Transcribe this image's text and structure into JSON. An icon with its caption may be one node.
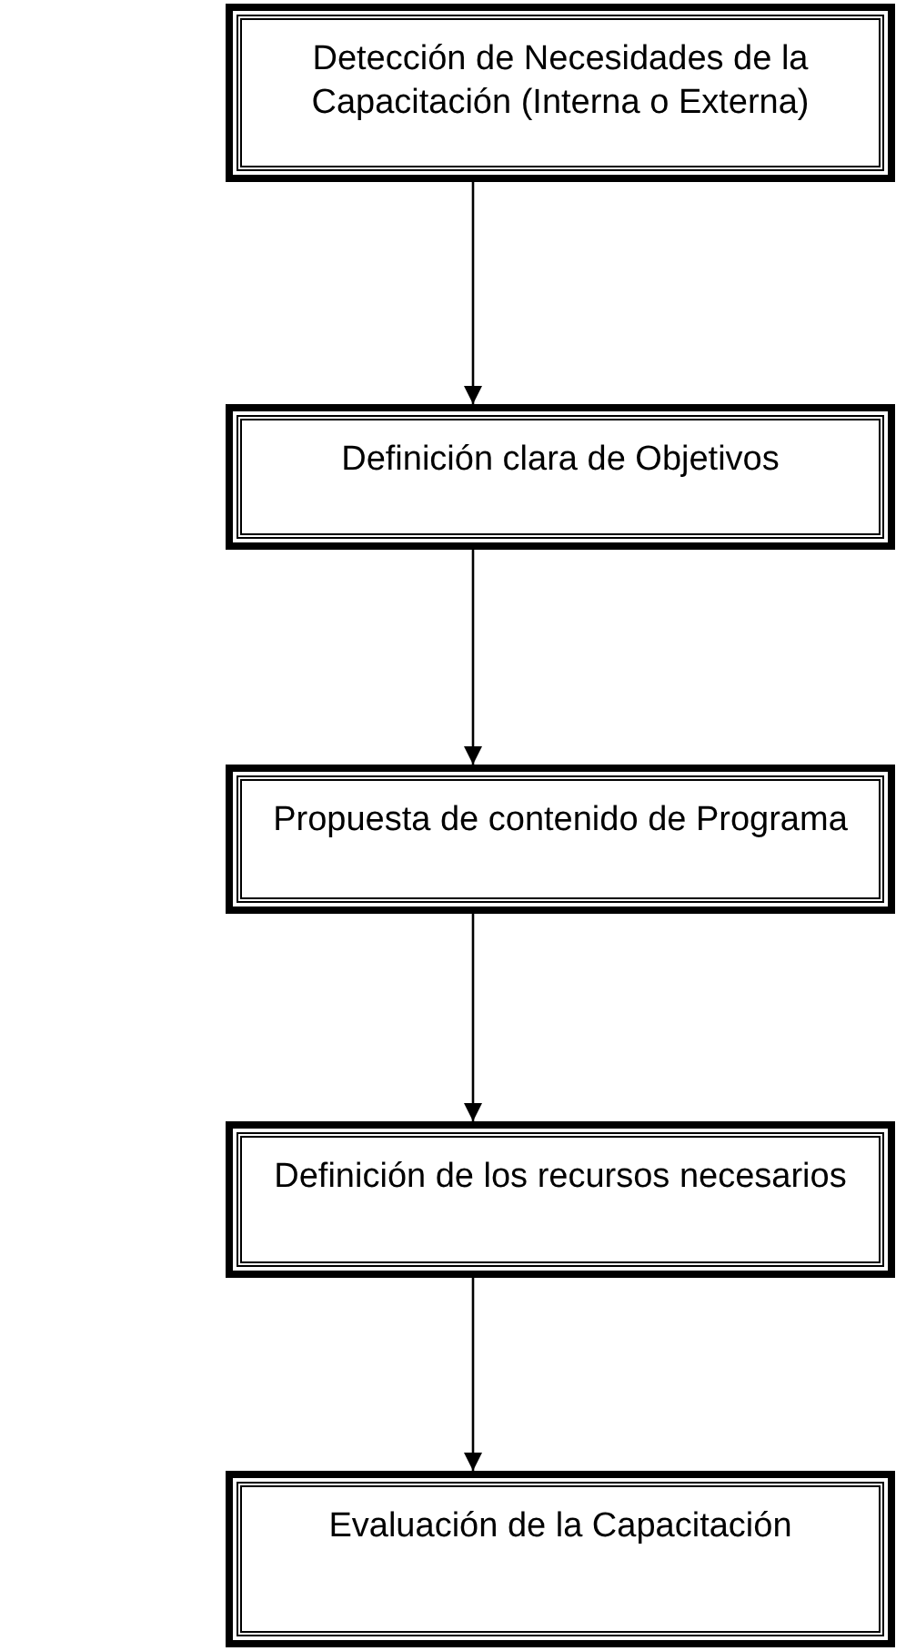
{
  "diagram": {
    "nodes": [
      {
        "text": [
          "Detección de Necesidades de la Capacitación (Interna o Externa)"
        ]
      },
      {
        "text": [
          "Definición clara de Objetivos"
        ]
      },
      {
        "text": [
          "Propuesta de contenido de Programa"
        ]
      },
      {
        "text": [
          "Definición de los recursos necesarios"
        ]
      },
      {
        "text": [
          "Evaluación de la Capacitación"
        ]
      }
    ],
    "edges": [
      {
        "from": 0,
        "to": 1,
        "arrow": "to"
      },
      {
        "from": 1,
        "to": 2,
        "arrow": "to"
      },
      {
        "from": 2,
        "to": 3,
        "arrow": "to"
      },
      {
        "from": 3,
        "to": 4,
        "arrow": "to"
      }
    ]
  }
}
